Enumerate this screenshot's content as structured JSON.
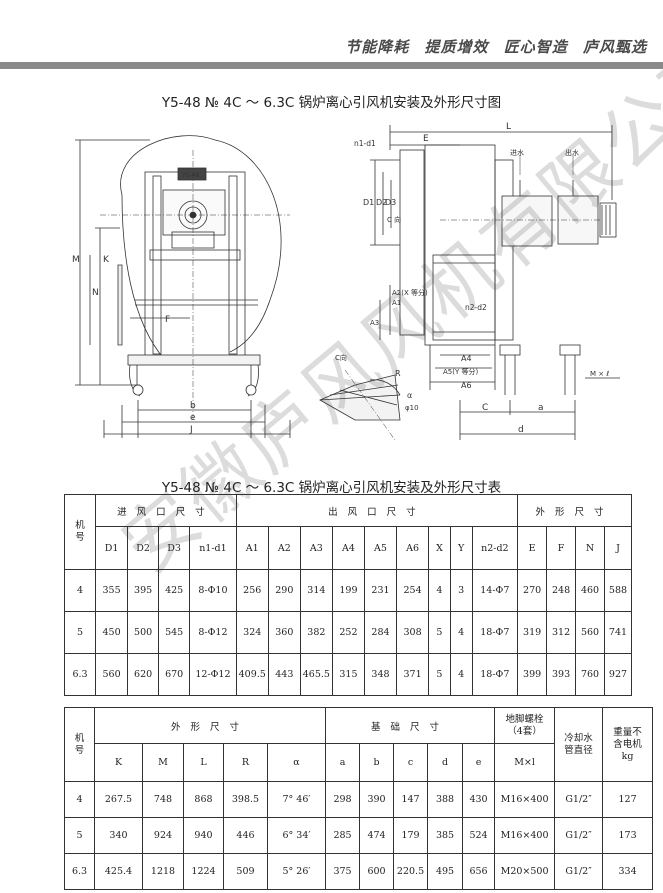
{
  "header": {
    "slogans": [
      "节能降耗",
      "提质增效",
      "匠心智造",
      "庐风甄选"
    ]
  },
  "drawing_title": "Y5-48 № 4C ～ 6.3C 锅炉离心引风机安装及外形尺寸图",
  "table_title": "Y5-48 № 4C ～ 6.3C 锅炉离心引风机安装及外形尺寸表",
  "drawing_labels": {
    "M": "M",
    "K": "K",
    "N": "N",
    "F": "F",
    "b": "b",
    "e": "e",
    "J": "J",
    "E": "E",
    "L": "L",
    "n1d1": "n1-d1",
    "D1": "D1",
    "D2": "D2",
    "D3": "D3",
    "c_dir": "C 向",
    "A1": "A1",
    "A2": "A2(X 等分)",
    "A3": "A3",
    "n2d2": "n2-d2",
    "A4": "A4",
    "A5": "A5(Y 等分)",
    "A6": "A6",
    "C": "C",
    "a": "a",
    "d": "d",
    "Mxl": "M × ℓ",
    "jin_shui": "进水",
    "chu_shui": "出水",
    "c_dir2": "C向",
    "R": "R",
    "alpha": "α",
    "phi10": "φ10",
    "nameplate": "Y5-48"
  },
  "table1": {
    "col_machine": "机号",
    "group_inlet": "进风口尺寸",
    "group_outlet": "出风口尺寸",
    "group_outline": "外形尺寸",
    "sub_headers": [
      "D1",
      "D2",
      "D3",
      "n1-d1",
      "A1",
      "A2",
      "A3",
      "A4",
      "A5",
      "A6",
      "X",
      "Y",
      "n2-d2",
      "E",
      "F",
      "N",
      "J"
    ],
    "rows": [
      [
        "4",
        "355",
        "395",
        "425",
        "8-Φ10",
        "256",
        "290",
        "314",
        "199",
        "231",
        "254",
        "4",
        "3",
        "14-Φ7",
        "270",
        "248",
        "460",
        "588"
      ],
      [
        "5",
        "450",
        "500",
        "545",
        "8-Φ12",
        "324",
        "360",
        "382",
        "252",
        "284",
        "308",
        "5",
        "4",
        "18-Φ7",
        "319",
        "312",
        "560",
        "741"
      ],
      [
        "6.3",
        "560",
        "620",
        "670",
        "12-Φ12",
        "409.5",
        "443",
        "465.5",
        "315",
        "348",
        "371",
        "5",
        "4",
        "18-Φ7",
        "399",
        "393",
        "760",
        "927"
      ]
    ]
  },
  "table2": {
    "col_machine": "机号",
    "group_outline": "外形尺寸",
    "group_base": "基础尺寸",
    "group_bolt": "地脚螺栓（4套）",
    "col_cooling": "冷却水管直径",
    "col_weight": "重量不含电机kg",
    "sub_headers": [
      "K",
      "M",
      "L",
      "R",
      "α",
      "a",
      "b",
      "c",
      "d",
      "e",
      "M×l"
    ],
    "rows": [
      [
        "4",
        "267.5",
        "748",
        "868",
        "398.5",
        "7° 46′",
        "298",
        "390",
        "147",
        "388",
        "430",
        "M16×400",
        "G1/2″",
        "127"
      ],
      [
        "5",
        "340",
        "924",
        "940",
        "446",
        "6° 34′",
        "285",
        "474",
        "179",
        "385",
        "524",
        "M16×400",
        "G1/2″",
        "173"
      ],
      [
        "6.3",
        "425.4",
        "1218",
        "1224",
        "509",
        "5° 26′",
        "375",
        "600",
        "220.5",
        "495",
        "656",
        "M20×500",
        "G1/2″",
        "334"
      ]
    ]
  },
  "watermark": "安徽庐风风机有限公司"
}
